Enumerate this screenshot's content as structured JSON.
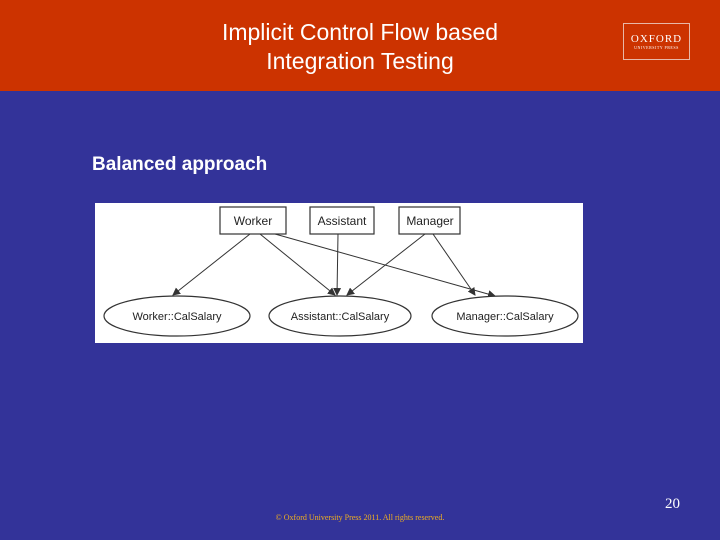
{
  "header": {
    "title_line1": "Implicit Control Flow based",
    "title_line2": "Integration Testing",
    "logo_word": "OXFORD",
    "logo_sub": "UNIVERSITY PRESS"
  },
  "content": {
    "heading": "Balanced approach"
  },
  "diagram": {
    "classes": [
      "Worker",
      "Assistant",
      "Manager"
    ],
    "methods": [
      "Worker::CalSalary",
      "Assistant::CalSalary",
      "Manager::CalSalary"
    ]
  },
  "footer": {
    "copyright": "© Oxford University Press 2011. All rights reserved.",
    "page_number": "20"
  },
  "colors": {
    "header_bg": "#cc3300",
    "slide_bg": "#333399",
    "text": "#ffffff",
    "copyright_text": "#f0b020"
  }
}
